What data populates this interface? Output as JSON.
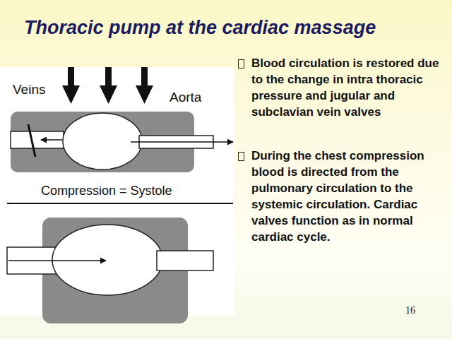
{
  "diagram": {
    "title": "Thoracic pump at the cardiac massage",
    "labels": [
      "Veins",
      "Aorta",
      "Compression = Systole",
      "Blood circulation is restored due to the change in intra thoracic pressure and jugular and subclavian vein valves",
      "During the chest compression blood is directed from the pulmonary circulation to the systemic circulation. Cardiac valves function as in normal cardiac cycle.",
      "16"
    ]
  }
}
